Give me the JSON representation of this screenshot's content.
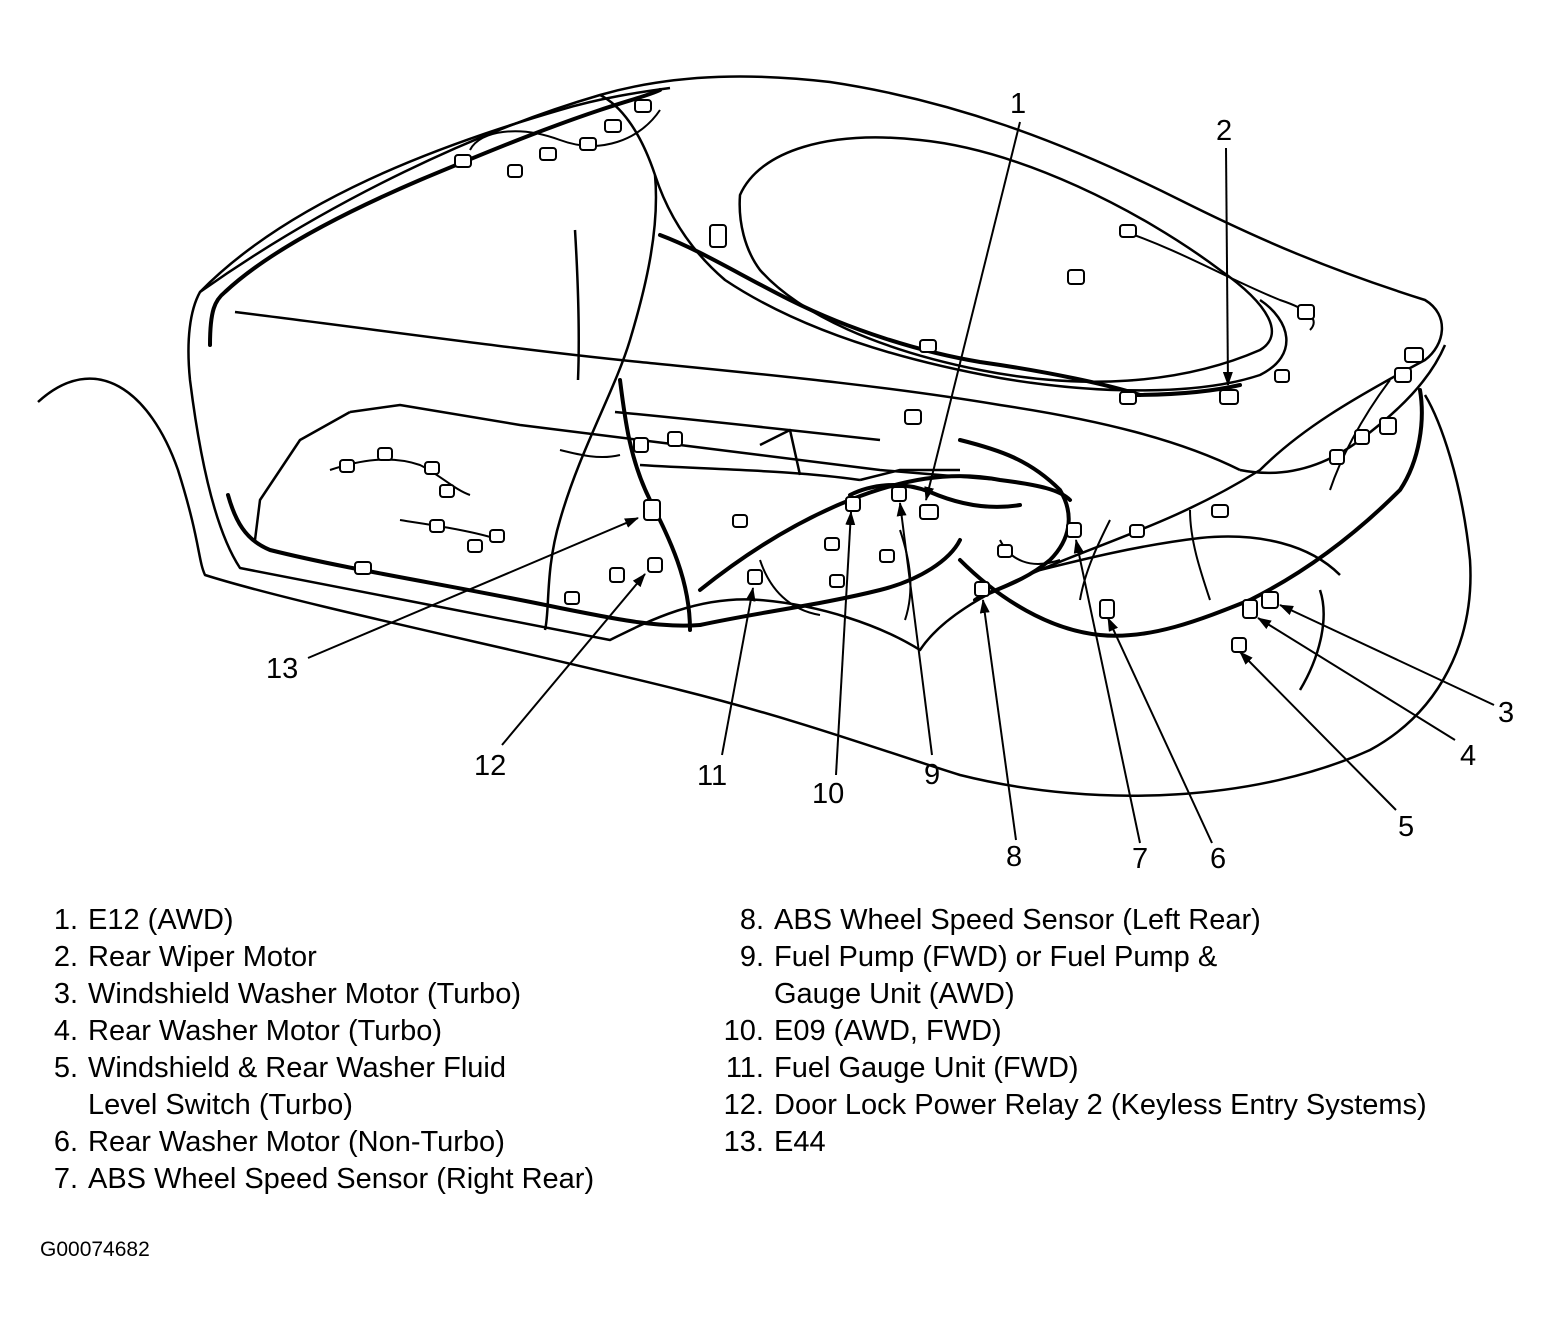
{
  "callouts": [
    {
      "num": "1"
    },
    {
      "num": "2"
    },
    {
      "num": "3"
    },
    {
      "num": "4"
    },
    {
      "num": "5"
    },
    {
      "num": "6"
    },
    {
      "num": "7"
    },
    {
      "num": "8"
    },
    {
      "num": "9"
    },
    {
      "num": "10"
    },
    {
      "num": "11"
    },
    {
      "num": "12"
    },
    {
      "num": "13"
    }
  ],
  "legend": [
    {
      "num": "1.",
      "lines": [
        "E12 (AWD)"
      ]
    },
    {
      "num": "2.",
      "lines": [
        "Rear Wiper Motor"
      ]
    },
    {
      "num": "3.",
      "lines": [
        "Windshield Washer Motor (Turbo)"
      ]
    },
    {
      "num": "4.",
      "lines": [
        "Rear Washer Motor (Turbo)"
      ]
    },
    {
      "num": "5.",
      "lines": [
        "Windshield & Rear Washer Fluid",
        "Level Switch (Turbo)"
      ]
    },
    {
      "num": "6.",
      "lines": [
        "Rear Washer Motor (Non-Turbo)"
      ]
    },
    {
      "num": "7.",
      "lines": [
        "ABS Wheel Speed Sensor (Right Rear)"
      ]
    },
    {
      "num": "8.",
      "lines": [
        "ABS Wheel Speed Sensor (Left Rear)"
      ]
    },
    {
      "num": "9.",
      "lines": [
        "Fuel Pump (FWD) or Fuel Pump &",
        "Gauge Unit (AWD)"
      ]
    },
    {
      "num": "10.",
      "lines": [
        "E09 (AWD, FWD)"
      ]
    },
    {
      "num": "11.",
      "lines": [
        "Fuel Gauge Unit (FWD)"
      ]
    },
    {
      "num": "12.",
      "lines": [
        "Door Lock Power Relay 2 (Keyless Entry Systems)"
      ]
    },
    {
      "num": "13.",
      "lines": [
        "E44"
      ]
    }
  ],
  "figure_id": "G00074682"
}
